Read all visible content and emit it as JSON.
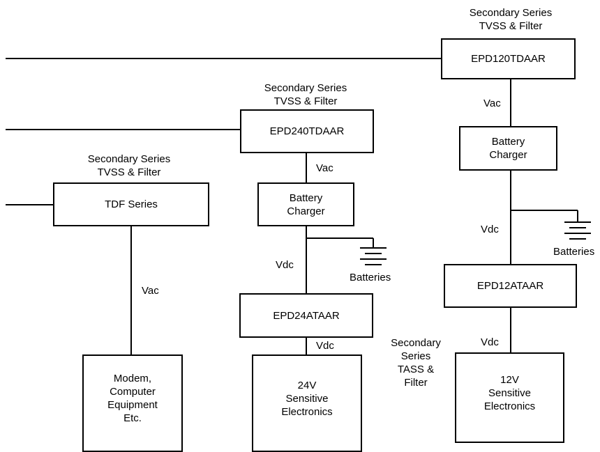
{
  "headers": {
    "col1": "Secondary Series\nTVSS & Filter",
    "col2": "Secondary Series\nTVSS & Filter",
    "col3": "Secondary Series\nTVSS & Filter",
    "tass": "Secondary\nSeries\nTASS &\nFilter"
  },
  "boxes": {
    "tdf": "TDF Series",
    "load1": "Modem,\nComputer\nEquipment\nEtc.",
    "epd240": "EPD240TDAAR",
    "charger2": "Battery\nCharger",
    "epd24": "EPD24ATAAR",
    "load2": "24V\nSensitive\nElectronics",
    "epd120": "EPD120TDAAR",
    "charger3": "Battery\nCharger",
    "epd12": "EPD12ATAAR",
    "load3": "12V\nSensitive\nElectronics"
  },
  "labels": {
    "vac1": "Vac",
    "vac2": "Vac",
    "vdc2a": "Vdc",
    "vdc2b": "Vdc",
    "batteries2": "Batteries",
    "vac3": "Vac",
    "vdc3a": "Vdc",
    "vdc3b": "Vdc",
    "batteries3": "Batteries"
  }
}
